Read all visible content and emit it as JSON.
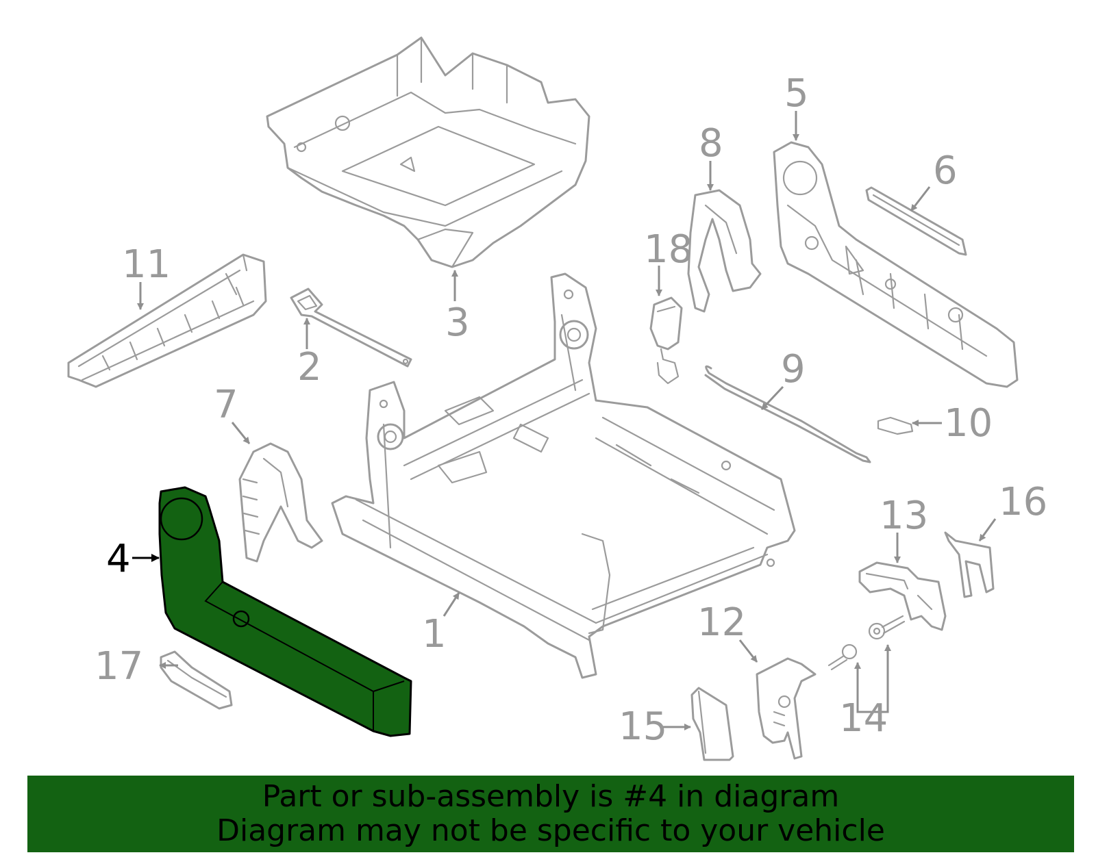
{
  "diagram": {
    "highlight_color": "#136212",
    "outline_color": "#9b9b9b",
    "selected_part": "4",
    "callouts": [
      {
        "id": "1",
        "text": "1"
      },
      {
        "id": "2",
        "text": "2"
      },
      {
        "id": "3",
        "text": "3"
      },
      {
        "id": "4",
        "text": "4"
      },
      {
        "id": "5",
        "text": "5"
      },
      {
        "id": "6",
        "text": "6"
      },
      {
        "id": "7",
        "text": "7"
      },
      {
        "id": "8",
        "text": "8"
      },
      {
        "id": "9",
        "text": "9"
      },
      {
        "id": "10",
        "text": "10"
      },
      {
        "id": "11",
        "text": "11"
      },
      {
        "id": "12",
        "text": "12"
      },
      {
        "id": "13",
        "text": "13"
      },
      {
        "id": "14",
        "text": "14"
      },
      {
        "id": "15",
        "text": "15"
      },
      {
        "id": "16",
        "text": "16"
      },
      {
        "id": "17",
        "text": "17"
      },
      {
        "id": "18",
        "text": "18"
      }
    ]
  },
  "banner": {
    "line1": "Part or sub-assembly is #4 in diagram",
    "line2": "Diagram may not be specific to your vehicle"
  }
}
